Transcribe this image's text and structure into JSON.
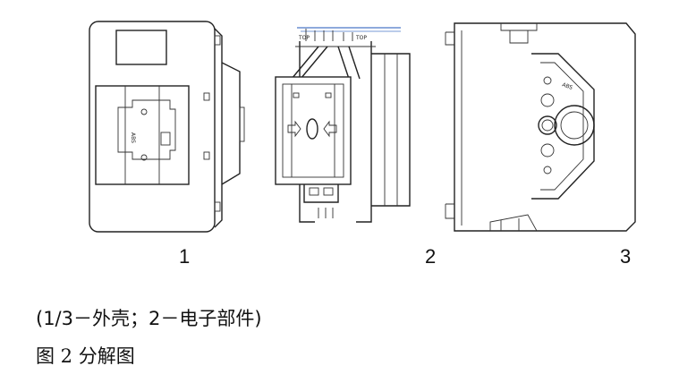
{
  "figure": {
    "part_labels": [
      "1",
      "2",
      "3"
    ],
    "markings": {
      "abs": "ABS",
      "top_left": "TOP",
      "top_right": "TOP"
    }
  },
  "legend": "(1/3－外壳；2－电子部件)",
  "caption": "图 2  分解图"
}
